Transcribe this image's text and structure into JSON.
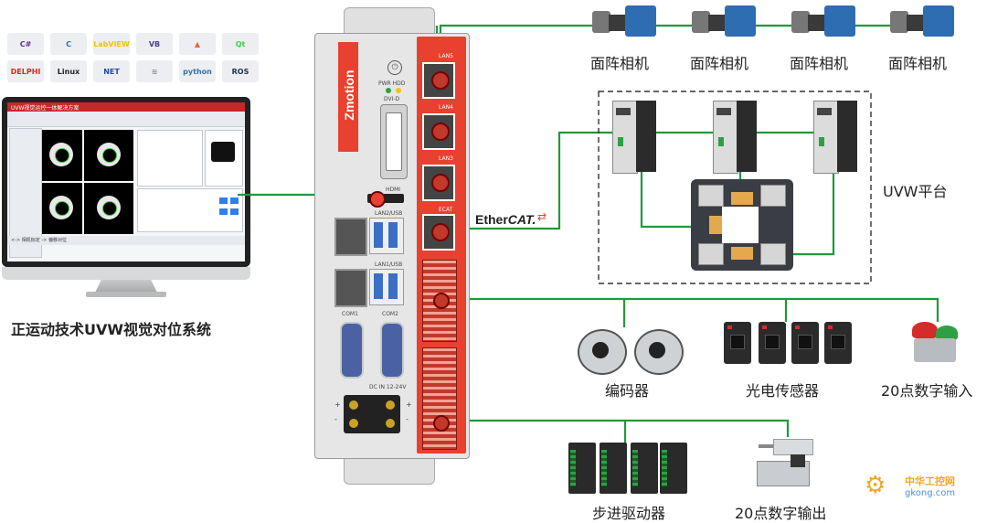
{
  "software_icons": [
    {
      "name": "csharp",
      "text": "C#",
      "color": "#6a2c91"
    },
    {
      "name": "cpp",
      "text": "C",
      "color": "#2a6fb5"
    },
    {
      "name": "labview",
      "text": "LabVIEW",
      "color": "#f3c300"
    },
    {
      "name": "vb",
      "text": "VB",
      "color": "#4b3e8e"
    },
    {
      "name": "matlab",
      "text": "▲",
      "color": "#e16737"
    },
    {
      "name": "qt",
      "text": "Qt",
      "color": "#41cd52"
    },
    {
      "name": "delphi",
      "text": "DELPHI",
      "color": "#d52b1e"
    },
    {
      "name": "linux",
      "text": "Linux",
      "color": "#222222"
    },
    {
      "name": "dotnet",
      "text": "NET",
      "color": "#1f4e9c"
    },
    {
      "name": "wince",
      "text": "≋",
      "color": "#888888"
    },
    {
      "name": "python",
      "text": "python",
      "color": "#3572A5"
    },
    {
      "name": "ros",
      "text": "ROS",
      "color": "#22314e"
    }
  ],
  "monitor": {
    "app_title": "UVW视觉运控一体解决方案",
    "caption": "正运动技术UVW视觉对位系统",
    "footer_tab": "<-> 相机标定 -> 偏移对位"
  },
  "controller": {
    "brand": "Zmotion",
    "pwr_hdd": "PWR  HDD",
    "dvi": "DVI-D",
    "hdmi": "HDMI",
    "lan2": "LAN2/USB",
    "lan1": "LAN1/USB",
    "com1": "COM1",
    "com2": "COM2",
    "dc_in": "DC IN 12-24V",
    "lan5": "LAN5",
    "lan4": "LAN4",
    "lan3": "LAN3",
    "ecat": "ECAT",
    "plus": "+",
    "minus": "-"
  },
  "ethercat": {
    "prefix": "Ether",
    "suffix": "CAT."
  },
  "labels": {
    "camera": "面阵相机",
    "uvw": "UVW平台",
    "encoder": "编码器",
    "photo_sensor": "光电传感器",
    "digital_in": "20点数字输入",
    "stepper": "步进驱动器",
    "digital_out": "20点数字输出"
  },
  "watermark": {
    "title": "中华工控网",
    "url": "gkong.com"
  },
  "colors": {
    "line": "#1f9a3c",
    "red_panel": "#e8412f",
    "case": "#e6e6e6"
  }
}
